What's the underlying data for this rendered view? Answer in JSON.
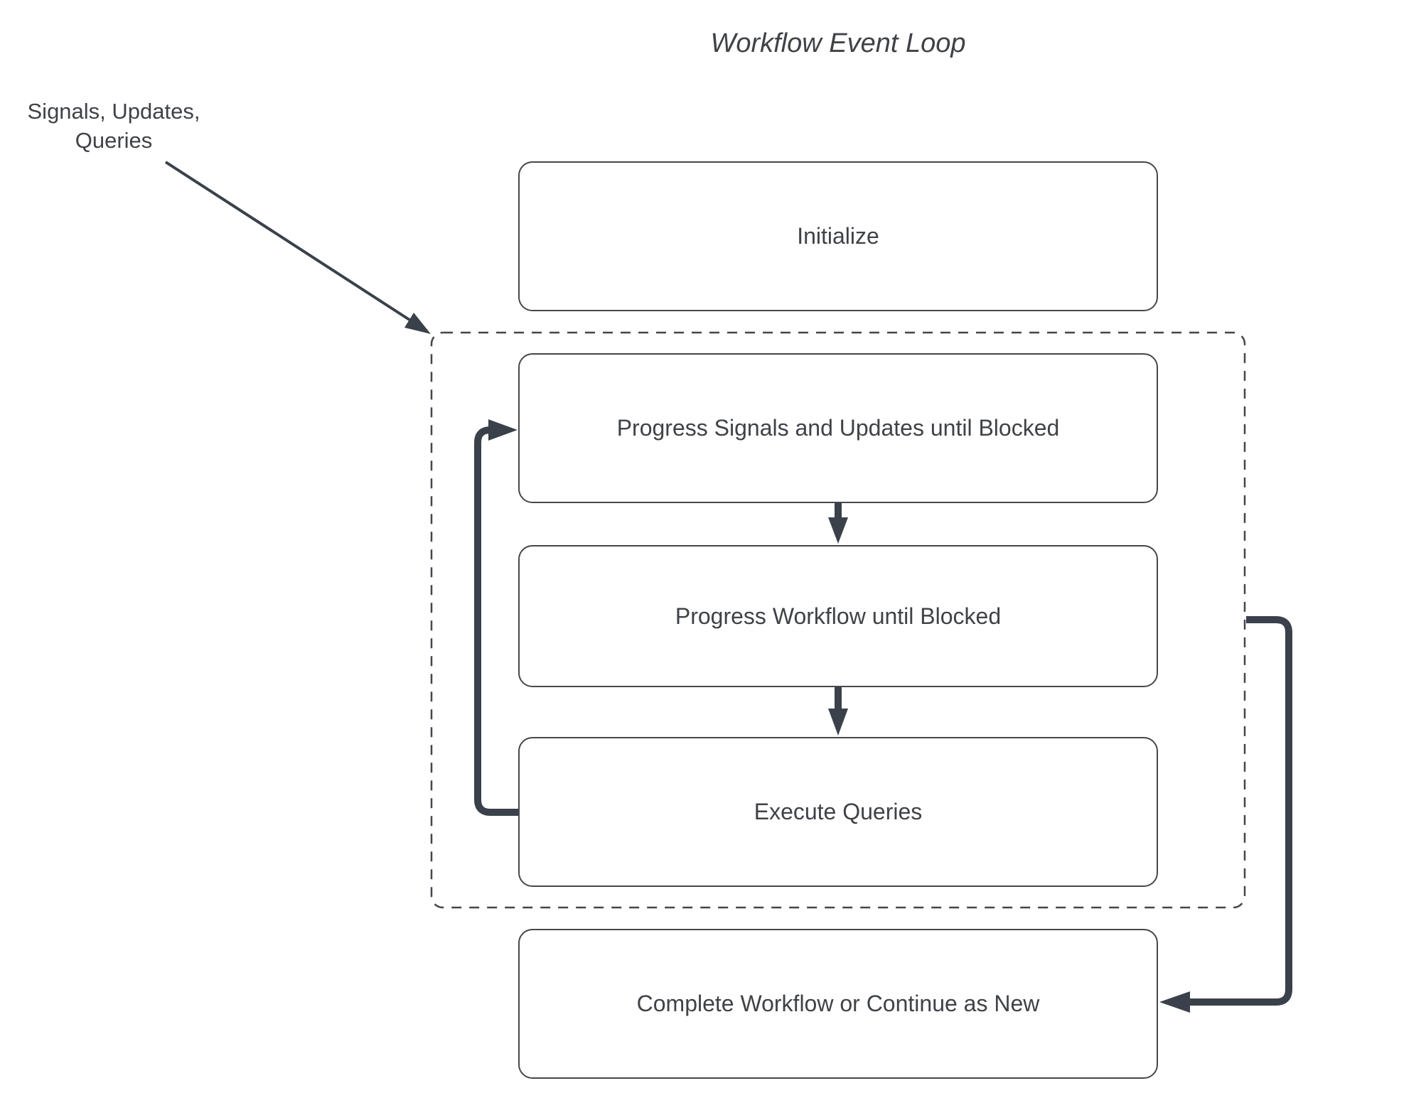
{
  "title": "Workflow Event Loop",
  "annotation": {
    "text": "Signals, Updates,\nQueries"
  },
  "nodes": [
    {
      "id": "initialize",
      "label": "Initialize"
    },
    {
      "id": "progress-signals",
      "label": "Progress Signals and Updates until Blocked"
    },
    {
      "id": "progress-workflow",
      "label": "Progress Workflow until Blocked"
    },
    {
      "id": "execute-queries",
      "label": "Execute Queries"
    },
    {
      "id": "complete",
      "label": "Complete Workflow or Continue as New"
    }
  ],
  "groups": [
    {
      "id": "event-loop",
      "style": "dashed",
      "contains": [
        "progress-signals",
        "progress-workflow",
        "execute-queries"
      ]
    }
  ],
  "edges": [
    {
      "from": "signals-updates-queries-label",
      "to": "event-loop-group",
      "style": "thin-diagonal-arrow"
    },
    {
      "from": "progress-signals",
      "to": "progress-workflow",
      "style": "thick-down-arrow"
    },
    {
      "from": "progress-workflow",
      "to": "execute-queries",
      "style": "thick-down-arrow"
    },
    {
      "from": "execute-queries",
      "to": "progress-signals",
      "style": "thick-loop-back-left"
    },
    {
      "from": "event-loop-group",
      "to": "complete",
      "style": "thick-loop-right"
    }
  ],
  "colors": {
    "background": "#ffffff",
    "box_border": "#46474a",
    "dashed_border": "#43464c",
    "text": "#3f4246",
    "arrow": "#3a414b"
  }
}
